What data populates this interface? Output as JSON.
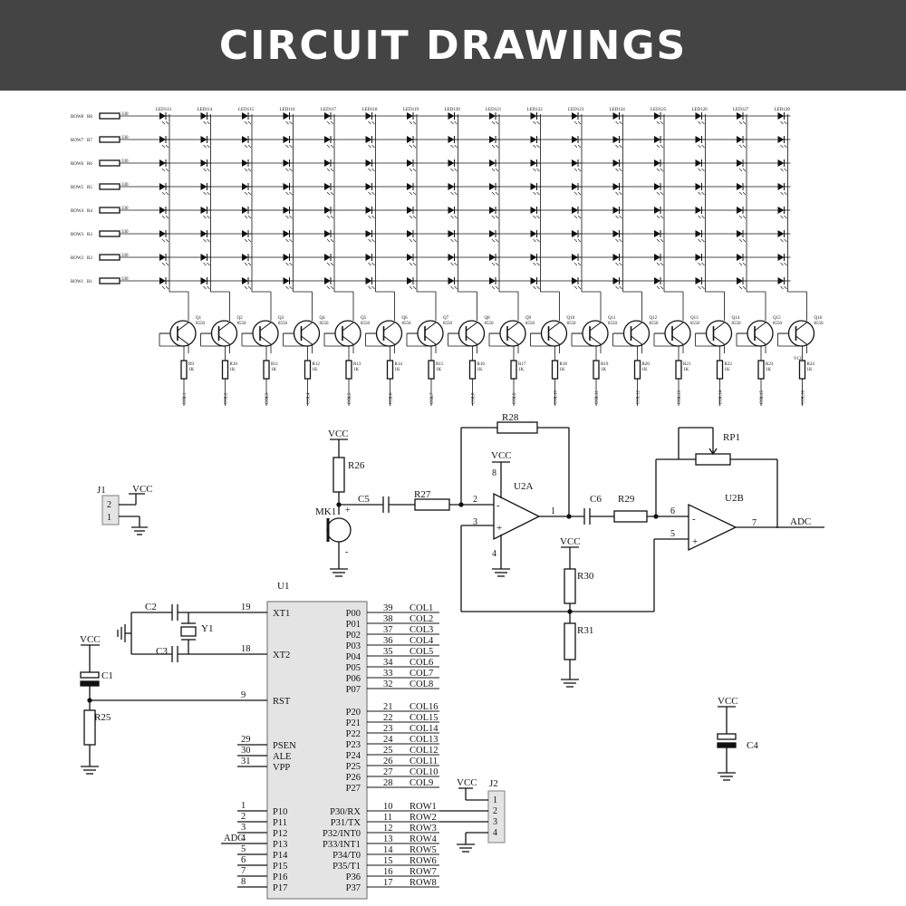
{
  "header": {
    "title": "CIRCUIT DRAWINGS",
    "bg_color": "#444444",
    "text_color": "#ffffff"
  },
  "matrix": {
    "rows": [
      {
        "label": "ROW8",
        "res": "R8",
        "val": "330"
      },
      {
        "label": "ROW7",
        "res": "R7",
        "val": "330"
      },
      {
        "label": "ROW6",
        "res": "R6",
        "val": "330"
      },
      {
        "label": "ROW5",
        "res": "R5",
        "val": "330"
      },
      {
        "label": "ROW4",
        "res": "R4",
        "val": "330"
      },
      {
        "label": "ROW3",
        "res": "R3",
        "val": "330"
      },
      {
        "label": "ROW2",
        "res": "R2",
        "val": "330"
      },
      {
        "label": "ROW1",
        "res": "R1",
        "val": "330"
      }
    ],
    "top_leds": [
      "LED113",
      "LED114",
      "LED115",
      "LED116",
      "LED117",
      "LED118",
      "LED119",
      "LED120",
      "LED121",
      "LED122",
      "LED123",
      "LED124",
      "LED125",
      "LED126",
      "LED127",
      "LED128"
    ],
    "transistors": [
      {
        "ref": "Q1",
        "type": "8550"
      },
      {
        "ref": "Q2",
        "type": "8550"
      },
      {
        "ref": "Q3",
        "type": "8550"
      },
      {
        "ref": "Q4",
        "type": "8550"
      },
      {
        "ref": "Q5",
        "type": "8550"
      },
      {
        "ref": "Q6",
        "type": "8550"
      },
      {
        "ref": "Q7",
        "type": "8550"
      },
      {
        "ref": "Q8",
        "type": "8550"
      },
      {
        "ref": "Q9",
        "type": "8550"
      },
      {
        "ref": "Q10",
        "type": "8550"
      },
      {
        "ref": "Q11",
        "type": "8550"
      },
      {
        "ref": "Q12",
        "type": "8550"
      },
      {
        "ref": "Q13",
        "type": "8550"
      },
      {
        "ref": "Q14",
        "type": "8550"
      },
      {
        "ref": "Q15",
        "type": "8550"
      },
      {
        "ref": "Q16",
        "type": "8550"
      }
    ],
    "col_resistors": [
      {
        "ref": "R9",
        "val": "1K",
        "col": "COL1"
      },
      {
        "ref": "R10",
        "val": "1K",
        "col": "COL2"
      },
      {
        "ref": "R11",
        "val": "1K",
        "col": "COL3"
      },
      {
        "ref": "R12",
        "val": "1K",
        "col": "COL4"
      },
      {
        "ref": "R13",
        "val": "1K",
        "col": "COL5"
      },
      {
        "ref": "R14",
        "val": "1K",
        "col": "COL6"
      },
      {
        "ref": "R15",
        "val": "1K",
        "col": "COL7"
      },
      {
        "ref": "R16",
        "val": "1K",
        "col": "COL8"
      },
      {
        "ref": "R17",
        "val": "1K",
        "col": "COL9"
      },
      {
        "ref": "R18",
        "val": "1K",
        "col": "COL10"
      },
      {
        "ref": "R19",
        "val": "1K",
        "col": "COL11"
      },
      {
        "ref": "R20",
        "val": "1K",
        "col": "COL12"
      },
      {
        "ref": "R21",
        "val": "1K",
        "col": "COL13"
      },
      {
        "ref": "R22",
        "val": "1K",
        "col": "COL14"
      },
      {
        "ref": "R23",
        "val": "1K",
        "col": "COL15"
      },
      {
        "ref": "R24",
        "val": "1K",
        "col": "COL16"
      }
    ],
    "vcc": "VCC"
  },
  "amp": {
    "vcc1": "VCC",
    "r26": "R26",
    "mk1": "MK1",
    "c5": "C5",
    "r27": "R27",
    "r28": "R28",
    "vcc2": "VCC",
    "u2a": "U2A",
    "pin8": "8",
    "pin2": "2",
    "pin3": "3",
    "pin4": "4",
    "pin1": "1",
    "c6": "C6",
    "r29": "R29",
    "rp1": "RP1",
    "u2b": "U2B",
    "pin6": "6",
    "pin5": "5",
    "pin7": "7",
    "adc": "ADC",
    "vcc3": "VCC",
    "r30": "R30",
    "r31": "R31",
    "plus": "+",
    "minus": "-"
  },
  "j1": {
    "ref": "J1",
    "pin2": "2",
    "pin1": "1",
    "vcc": "VCC"
  },
  "mcu": {
    "ref": "U1",
    "left_pins": [
      {
        "num": "19",
        "name": "XT1"
      },
      {
        "num": "18",
        "name": "XT2"
      },
      {
        "num": "9",
        "name": "RST"
      },
      {
        "num": "29",
        "name": "PSEN"
      },
      {
        "num": "30",
        "name": "ALE"
      },
      {
        "num": "31",
        "name": "VPP"
      },
      {
        "num": "1",
        "name": "P10"
      },
      {
        "num": "2",
        "name": "P11"
      },
      {
        "num": "3",
        "name": "P12"
      },
      {
        "num": "4",
        "name": "P13"
      },
      {
        "num": "5",
        "name": "P14"
      },
      {
        "num": "6",
        "name": "P15"
      },
      {
        "num": "7",
        "name": "P16"
      },
      {
        "num": "8",
        "name": "P17"
      }
    ],
    "p0": [
      {
        "num": "39",
        "name": "P00",
        "net": "COL1"
      },
      {
        "num": "38",
        "name": "P01",
        "net": "COL2"
      },
      {
        "num": "37",
        "name": "P02",
        "net": "COL3"
      },
      {
        "num": "36",
        "name": "P03",
        "net": "COL4"
      },
      {
        "num": "35",
        "name": "P04",
        "net": "COL5"
      },
      {
        "num": "34",
        "name": "P05",
        "net": "COL6"
      },
      {
        "num": "33",
        "name": "P06",
        "net": "COL7"
      },
      {
        "num": "32",
        "name": "P07",
        "net": "COL8"
      }
    ],
    "p2": [
      {
        "num": "21",
        "name": "P20",
        "net": "COL16"
      },
      {
        "num": "22",
        "name": "P21",
        "net": "COL15"
      },
      {
        "num": "23",
        "name": "P22",
        "net": "COL14"
      },
      {
        "num": "24",
        "name": "P23",
        "net": "COL13"
      },
      {
        "num": "25",
        "name": "P24",
        "net": "COL12"
      },
      {
        "num": "26",
        "name": "P25",
        "net": "COL11"
      },
      {
        "num": "27",
        "name": "P26",
        "net": "COL10"
      },
      {
        "num": "28",
        "name": "P27",
        "net": "COL9"
      }
    ],
    "p3": [
      {
        "num": "10",
        "name": "P30/RX",
        "net": "ROW1"
      },
      {
        "num": "11",
        "name": "P31/TX",
        "net": "ROW2"
      },
      {
        "num": "12",
        "name": "P32/INT0",
        "net": "ROW3"
      },
      {
        "num": "13",
        "name": "P33/INT1",
        "net": "ROW4"
      },
      {
        "num": "14",
        "name": "P34/T0",
        "net": "ROW5"
      },
      {
        "num": "15",
        "name": "P35/T1",
        "net": "ROW6"
      },
      {
        "num": "16",
        "name": "P36",
        "net": "ROW7"
      },
      {
        "num": "17",
        "name": "P37",
        "net": "ROW8"
      }
    ],
    "adc_net": "ADC",
    "c2": "C2",
    "c3": "C3",
    "y1": "Y1",
    "c1": "C1",
    "r25": "R25",
    "vcc": "VCC"
  },
  "j2": {
    "ref": "J2",
    "pins": [
      "1",
      "2",
      "3",
      "4"
    ],
    "vcc": "VCC"
  },
  "c4": {
    "ref": "C4",
    "vcc": "VCC"
  }
}
